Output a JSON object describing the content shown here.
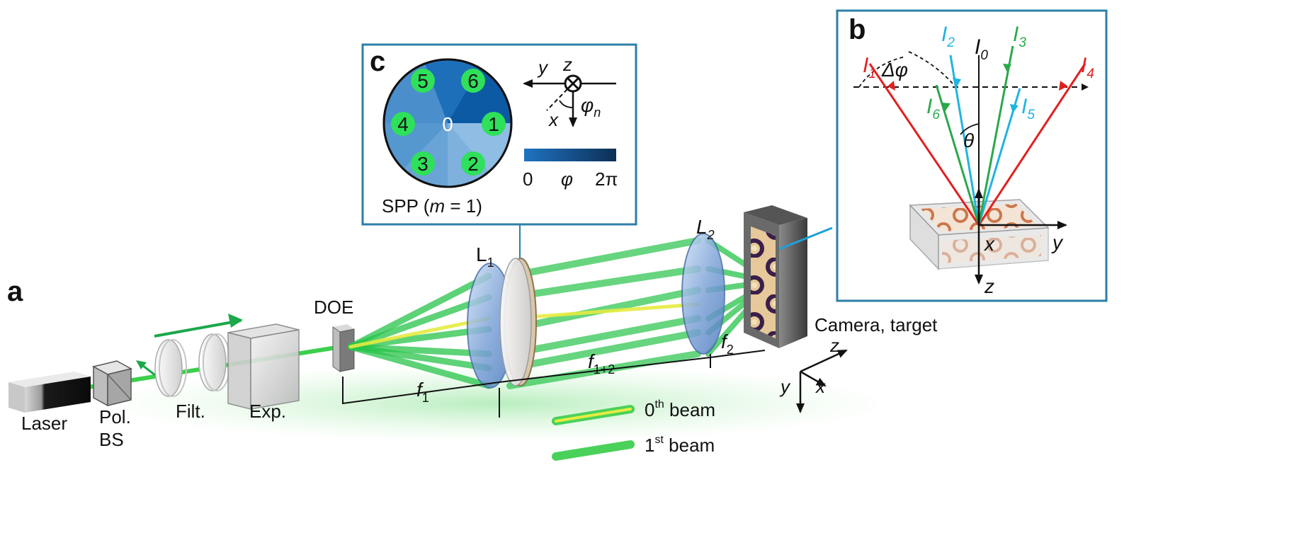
{
  "panels": {
    "a": "a",
    "b": "b",
    "c": "c"
  },
  "components": {
    "laser": "Laser",
    "pol": "Pol.",
    "bs": "BS",
    "filt": "Filt.",
    "exp": "Exp.",
    "doe": "DOE",
    "l1": "L",
    "l1_sub": "1",
    "l2": "L",
    "l2_sub": "2",
    "camera": "Camera, target"
  },
  "distances": {
    "f1": "f",
    "f1_sub": "1",
    "f12": "f",
    "f12_sub": "1+2",
    "f2": "f",
    "f2_sub": "2"
  },
  "camera_axes": {
    "z": "z",
    "x": "x",
    "y": "y"
  },
  "legend": {
    "beam0_prefix": "0",
    "beam0_sup": "th",
    "beam0_suffix": " beam",
    "beam1_prefix": "1",
    "beam1_sup": "st",
    "beam1_suffix": " beam"
  },
  "panel_c": {
    "segments": [
      "5",
      "6",
      "4",
      "0",
      "1",
      "3",
      "2"
    ],
    "mask_label_prefix": "SPP (",
    "mask_label_m": "m",
    "mask_label_suffix": " = 1)",
    "axis_y": "y",
    "axis_z": "z",
    "axis_x": "x",
    "angle": "φ",
    "angle_sub": "n",
    "colorbar_min": "0",
    "colorbar_mid": "φ",
    "colorbar_max": "2π",
    "colors": {
      "dark": "#0b5aa3",
      "mid": "#3f86c9",
      "light": "#8fbde3",
      "dot": "#2ee05a"
    }
  },
  "panel_b": {
    "beams": [
      {
        "name": "I",
        "sub": "1",
        "color": "#e02020"
      },
      {
        "name": "I",
        "sub": "2",
        "color": "#1fb4e0"
      },
      {
        "name": "I",
        "sub": "0",
        "color": "#111111"
      },
      {
        "name": "I",
        "sub": "3",
        "color": "#2aa84a"
      },
      {
        "name": "I",
        "sub": "4",
        "color": "#e02020"
      },
      {
        "name": "I",
        "sub": "6",
        "color": "#2aa84a"
      },
      {
        "name": "I",
        "sub": "5",
        "color": "#1fb4e0"
      }
    ],
    "delta_phi": "Δφ",
    "theta": "θ",
    "axis_x": "x",
    "axis_y": "y",
    "axis_z": "z"
  },
  "colors": {
    "beam_green": "#22c24a",
    "beam_yellow": "#e8ef3a",
    "frame_blue": "#2c7fa8"
  }
}
